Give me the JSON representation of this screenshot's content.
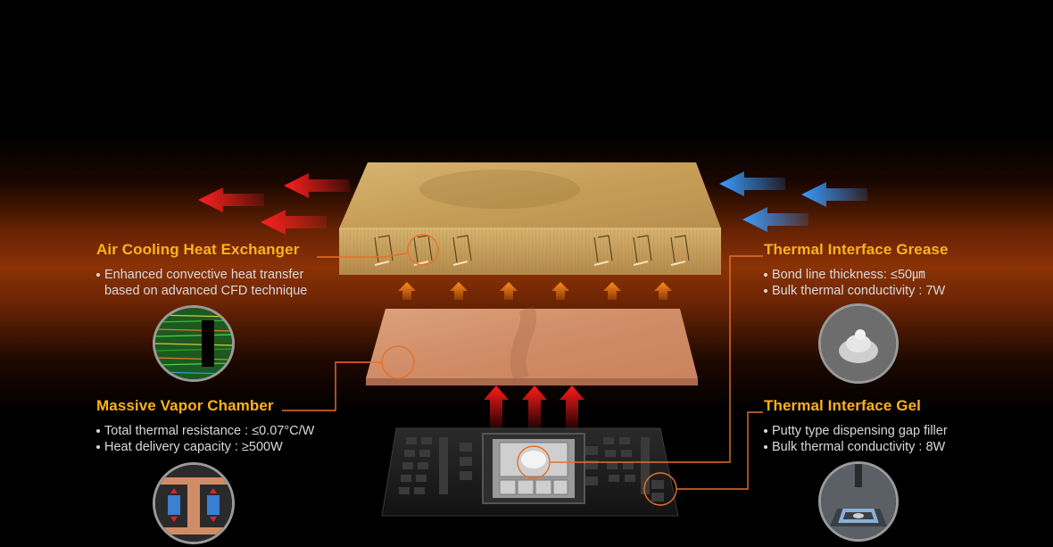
{
  "features": {
    "air_cooling": {
      "title": "Air Cooling Heat Exchanger",
      "bullets": [
        "Enhanced convective heat transfer",
        "based on advanced CFD technique"
      ]
    },
    "vapor_chamber": {
      "title": "Massive Vapor Chamber",
      "bullets": [
        "Total thermal resistance : ≤0.07°C/W",
        "Heat delivery capacity : ≥500W"
      ]
    },
    "grease": {
      "title": "Thermal Interface Grease",
      "bullets": [
        "Bond line thickness: ≤50㎛",
        "Bulk thermal conductivity : 7W"
      ]
    },
    "gel": {
      "title": "Thermal Interface Gel",
      "bullets": [
        "Putty type dispensing gap filler",
        "Bulk thermal conductivity : 8W"
      ]
    }
  },
  "colors": {
    "title": "#ffb21a",
    "leader_line": "#e8702a",
    "hot_arrow": "#e01010",
    "cold_arrow": "#2f8fe0",
    "up_arrow": "#ff7a1a",
    "heat_exchanger": "#c9a35f",
    "vapor_chamber": "#d39670",
    "board": "#1e1e1e"
  },
  "icons": {
    "thumb_air_cooling": "cfd-flow-simulation-icon",
    "thumb_vapor_chamber": "vapor-chamber-crosssection-icon",
    "thumb_grease": "grease-dollop-icon",
    "thumb_gel": "gel-dispense-icon"
  }
}
